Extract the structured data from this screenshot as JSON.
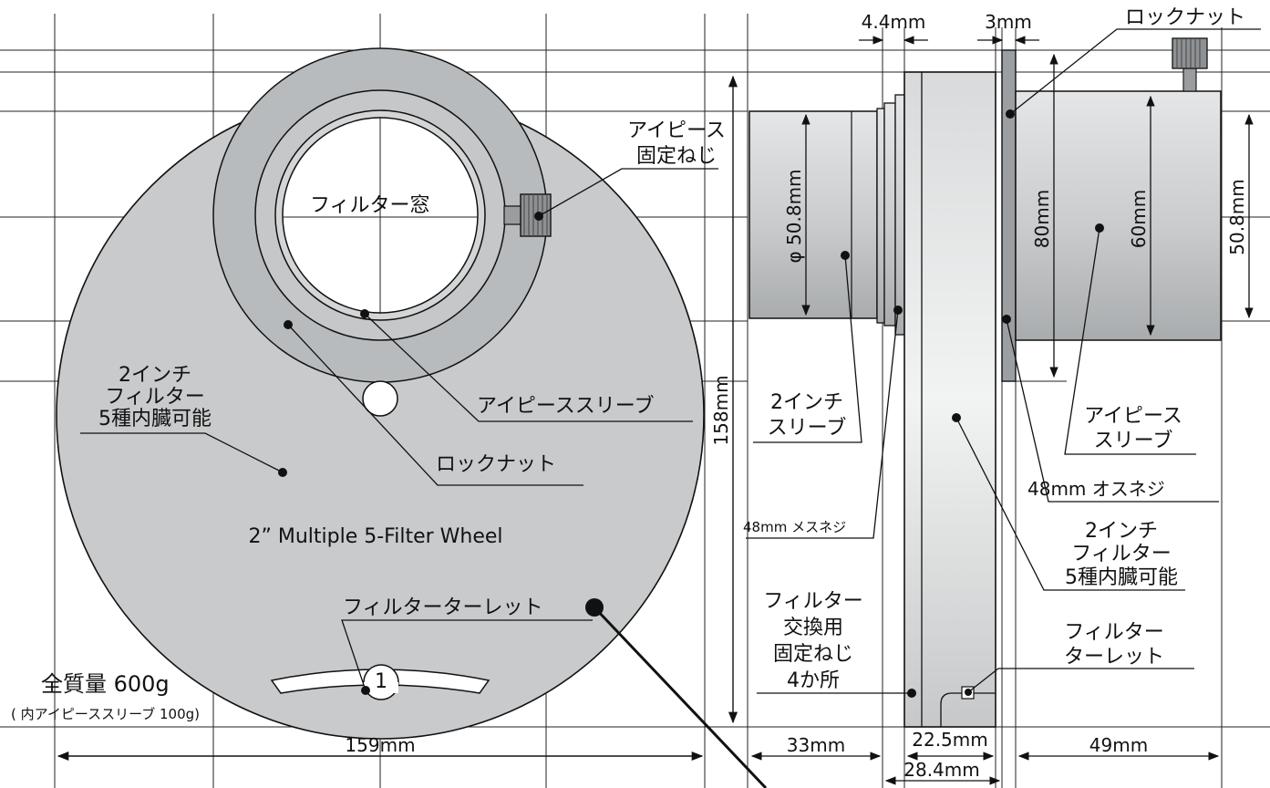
{
  "front_view": {
    "filter_window": "フィルター窓",
    "eyepiece_screw": [
      "アイピース",
      "固定ねじ"
    ],
    "eyepiece_sleeve": "アイピーススリーブ",
    "lock_nut": "ロックナット",
    "filter_capacity": [
      "2インチ",
      "フィルター",
      "5種内臓可能"
    ],
    "product_name": "2” Multiple 5-Filter Wheel",
    "filter_turret": "フィルターターレット",
    "turret_number": "1",
    "total_weight": "全質量 600g",
    "weight_note": "( 内アイピーススリーブ 100g)",
    "height_dim": "158mm",
    "width_dim": "159mm"
  },
  "side_view": {
    "dim_44": "4.4mm",
    "dim_3": "3mm",
    "lock_nut": "ロックナット",
    "dia_508": "φ 50.8mm",
    "dim_80": "80mm",
    "dim_60": "60mm",
    "dim_508": "50.8mm",
    "sleeve_2in": [
      "2インチ",
      "スリーブ"
    ],
    "eyepiece_sleeve": [
      "アイピース",
      "スリーブ"
    ],
    "male_thread": "48mm オスネジ",
    "female_thread": "48mm メスネジ",
    "filter_capacity": [
      "2インチ",
      "フィルター",
      "5種内臓可能"
    ],
    "filter_screw": [
      "フィルター",
      "交換用",
      "固定ねじ",
      "4か所"
    ],
    "filter_turret": [
      "フィルター",
      "ターレット"
    ],
    "dim_33": "33mm",
    "dim_225": "22.5mm",
    "dim_284": "28.4mm",
    "dim_49": "49mm"
  },
  "colors": {
    "body": "#c8cacb",
    "ring": "#b5b8ba",
    "stroke": "#111111"
  }
}
